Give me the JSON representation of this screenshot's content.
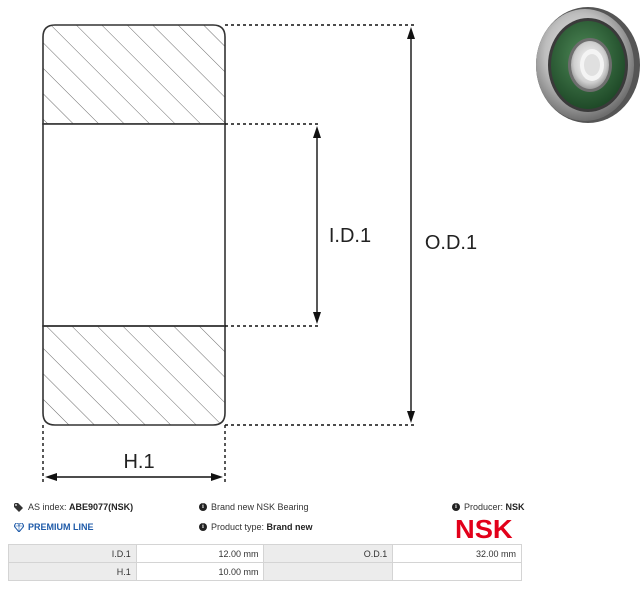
{
  "diagram": {
    "labels": {
      "id": "I.D.1",
      "od": "O.D.1",
      "h": "H.1"
    }
  },
  "info": {
    "as_index_label": "AS index:",
    "as_index_value": "ABE9077(NSK)",
    "premium": "PREMIUM LINE",
    "brand_text": "Brand new NSK Bearing",
    "product_type_label": "Product type:",
    "product_type_value": "Brand new",
    "producer_label": "Producer:",
    "producer_value": "NSK",
    "logo": "NSK"
  },
  "specs": [
    {
      "label": "I.D.1",
      "value": "12.00 mm",
      "label2": "O.D.1",
      "value2": "32.00 mm"
    },
    {
      "label": "H.1",
      "value": "10.00 mm",
      "label2": "",
      "value2": ""
    }
  ],
  "colors": {
    "brand": "#e2001a",
    "premium": "#1e5aa8",
    "seal": "#2f6b3a"
  },
  "icons": [
    "tag-icon",
    "diamond-icon",
    "info-icon"
  ]
}
